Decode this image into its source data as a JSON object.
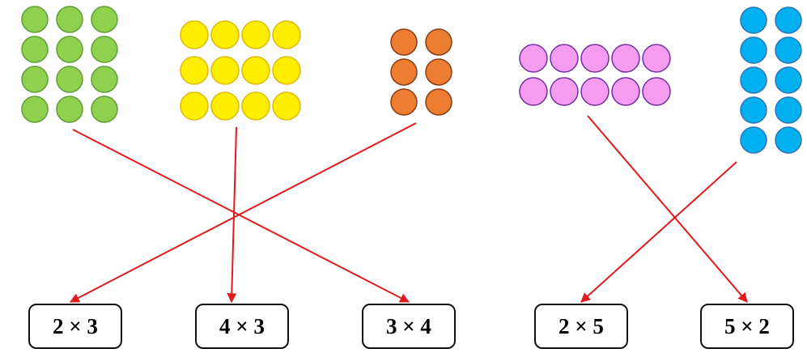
{
  "colors": {
    "line": "#e01b1b",
    "box_border": "#111111"
  },
  "groups": [
    {
      "name": "green-group",
      "rows": 4,
      "cols": 3,
      "fill": "#8fd14f",
      "stroke": "#5f9e35"
    },
    {
      "name": "yellow-group",
      "rows": 3,
      "cols": 4,
      "fill": "#ffee00",
      "stroke": "#e0b800"
    },
    {
      "name": "orange-group",
      "rows": 3,
      "cols": 2,
      "fill": "#ed7d31",
      "stroke": "#8b3c14"
    },
    {
      "name": "pink-group",
      "rows": 2,
      "cols": 5,
      "fill": "#f59cf0",
      "stroke": "#7030a0"
    },
    {
      "name": "blue-group",
      "rows": 5,
      "cols": 2,
      "fill": "#00b0f0",
      "stroke": "#2e75b6"
    }
  ],
  "answers": [
    {
      "label": "2 × 3"
    },
    {
      "label": "4 × 3"
    },
    {
      "label": "3 × 4"
    },
    {
      "label": "2 × 5"
    },
    {
      "label": "5 × 2"
    }
  ],
  "matches": [
    {
      "group": "green-group",
      "answer": "3 × 4"
    },
    {
      "group": "yellow-group",
      "answer": "4 × 3"
    },
    {
      "group": "orange-group",
      "answer": "2 × 3"
    },
    {
      "group": "pink-group",
      "answer": "5 × 2"
    },
    {
      "group": "blue-group",
      "answer": "2 × 5"
    }
  ]
}
